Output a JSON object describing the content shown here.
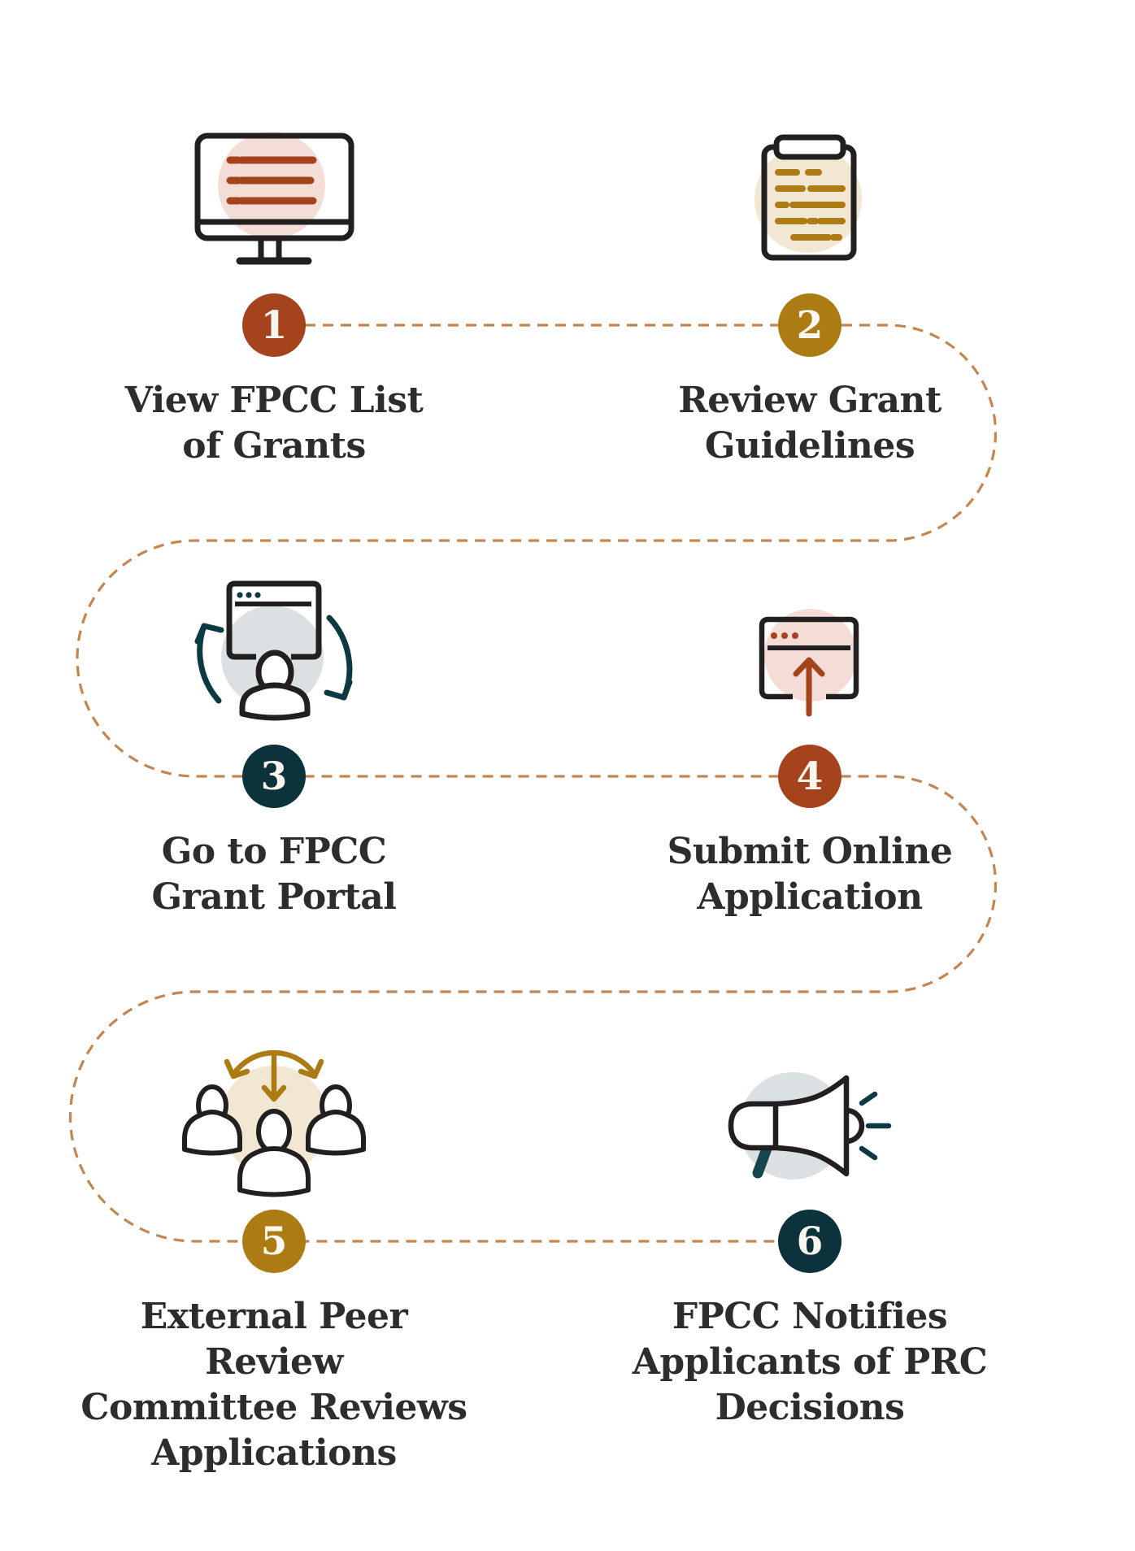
{
  "colors": {
    "rust": "#a5431d",
    "gold": "#ad7b13",
    "teal": "#0c333c",
    "icon_outline": "#211f1f",
    "pink_bg": "#f3ddd6",
    "cream_bg": "#f1e7d2",
    "gray_bg": "#dbe1e2",
    "connector_dash": "#c5854f",
    "title_text": "#2e2d2c",
    "badge_number_text": "#fbf7ee"
  },
  "steps": [
    {
      "number": "1",
      "title": "View FPCC List\nof Grants",
      "icon": "monitor-list-icon",
      "accent": "rust"
    },
    {
      "number": "2",
      "title": "Review Grant\nGuidelines",
      "icon": "clipboard-icon",
      "accent": "gold"
    },
    {
      "number": "3",
      "title": "Go to FPCC\nGrant Portal",
      "icon": "portal-user-sync-icon",
      "accent": "teal"
    },
    {
      "number": "4",
      "title": "Submit Online\nApplication",
      "icon": "upload-window-icon",
      "accent": "rust"
    },
    {
      "number": "5",
      "title": "External Peer Review\nCommittee Reviews\nApplications",
      "icon": "committee-review-icon",
      "accent": "gold"
    },
    {
      "number": "6",
      "title": "FPCC Notifies\nApplicants of PRC\nDecisions",
      "icon": "megaphone-icon",
      "accent": "teal"
    }
  ]
}
